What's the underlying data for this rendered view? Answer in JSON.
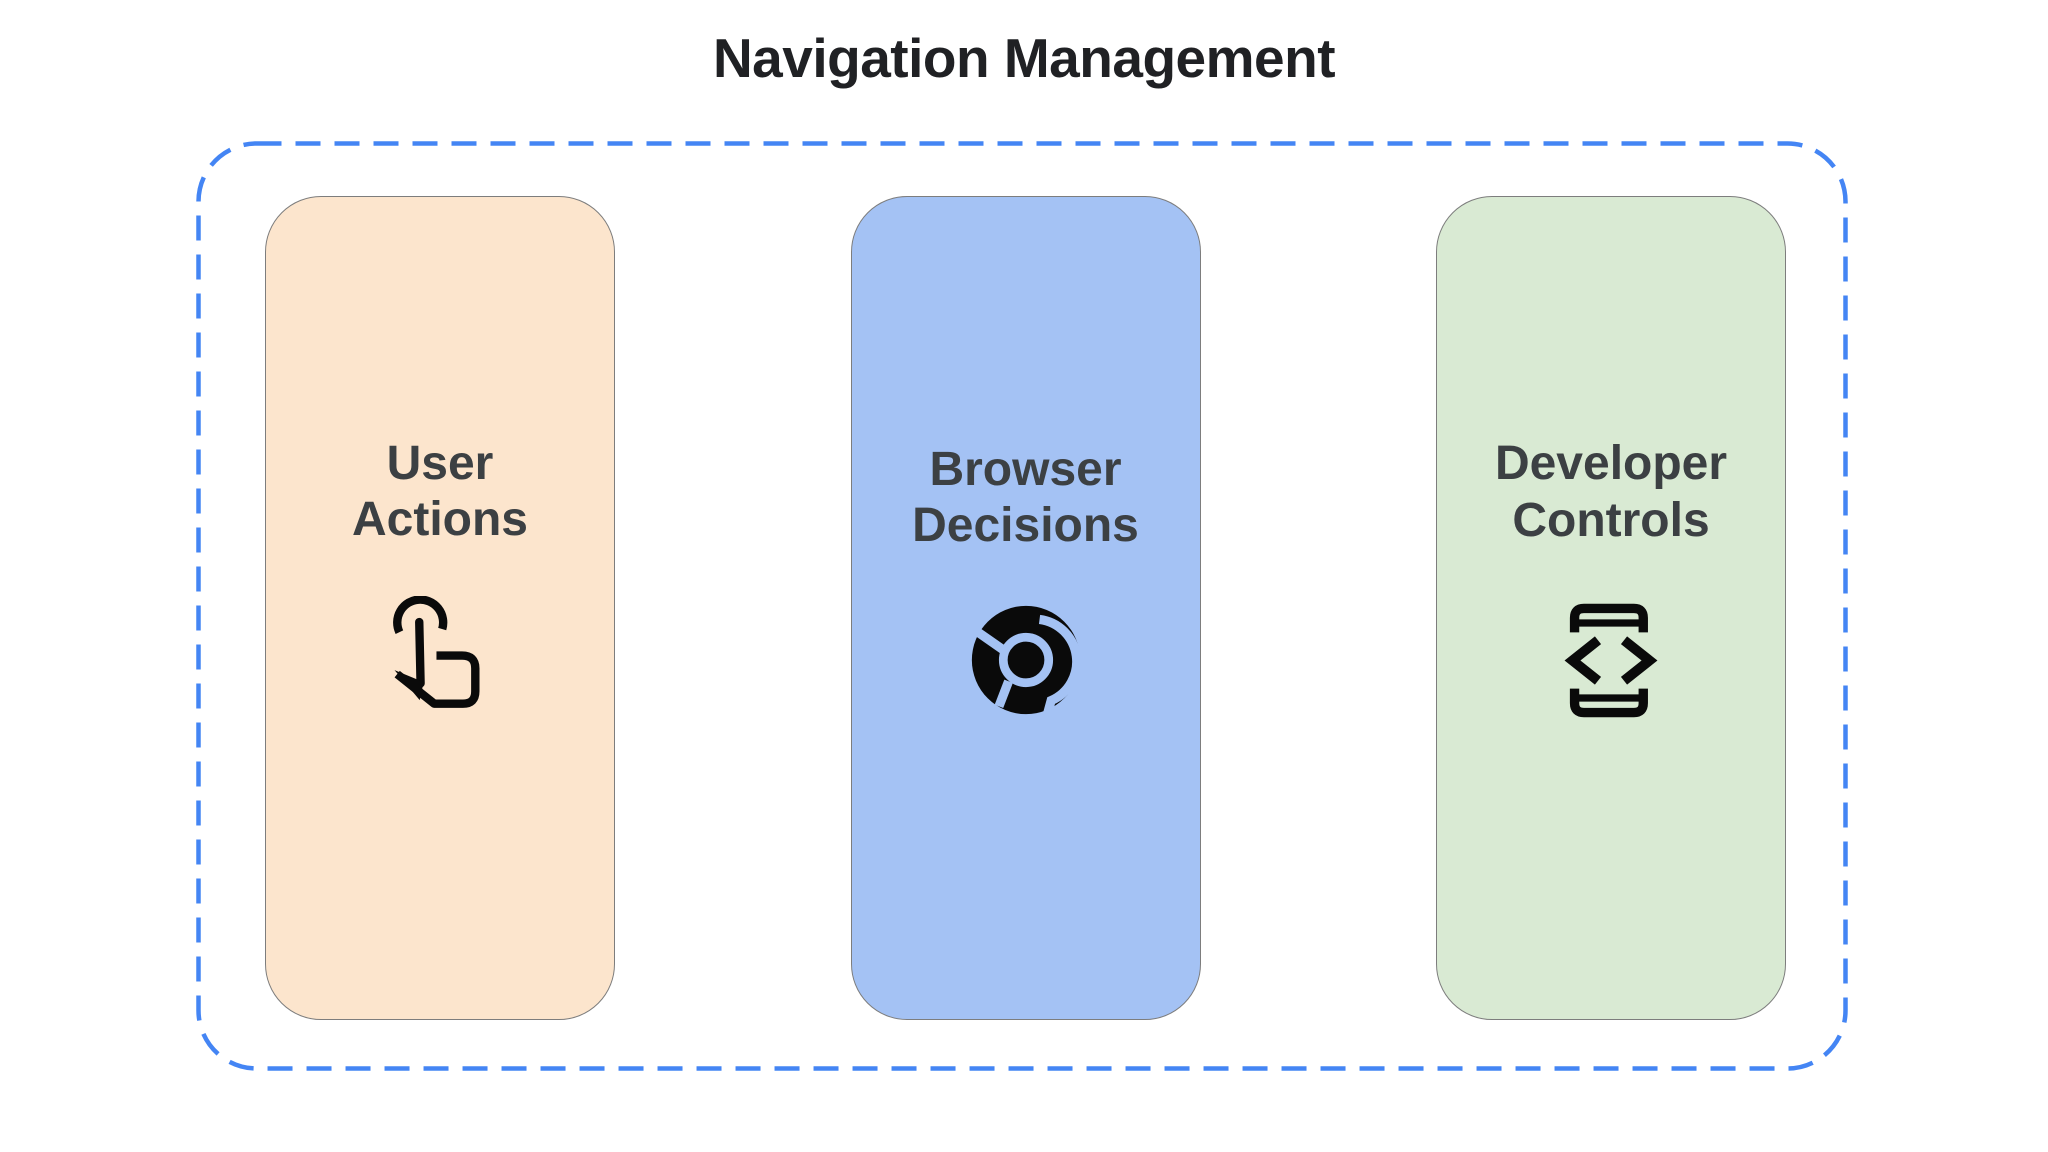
{
  "title": "Navigation Management",
  "colors": {
    "background": "#ffffff",
    "dashed_border": "#4485f4",
    "card_border": "#7d7d7d",
    "title_text": "#202124",
    "label_text": "#3c4043",
    "icon_ink": "#0a0a0a"
  },
  "group": {
    "name": "navigation-management-group",
    "border_style": "dashed-rounded"
  },
  "cards": [
    {
      "label": "User Actions",
      "icon": "tap-gesture-icon",
      "bg": "#fce5cd"
    },
    {
      "label": "Browser Decisions",
      "icon": "chrome-logo-icon",
      "bg": "#a4c2f4"
    },
    {
      "label": "Developer Controls",
      "icon": "developer-mode-icon",
      "bg": "#d9ead3"
    }
  ]
}
